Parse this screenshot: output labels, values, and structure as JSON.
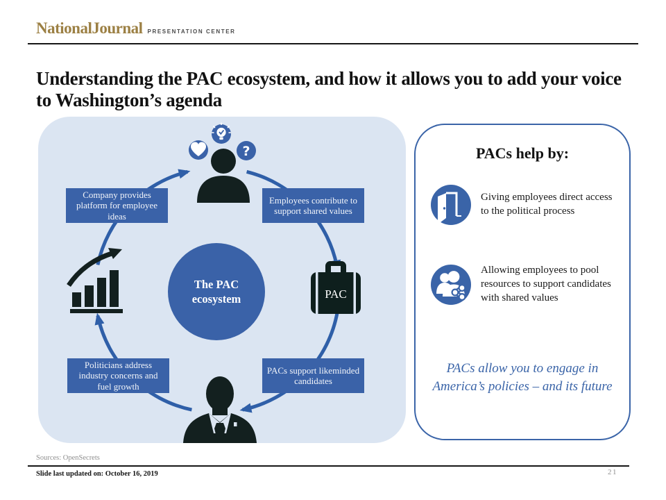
{
  "header": {
    "brand": "NationalJournal",
    "tagline": "PRESENTATION CENTER",
    "brand_color": "#9C8044"
  },
  "title": "Understanding the PAC ecosystem, and how it allows you to add your voice to Washington’s agenda",
  "diagram": {
    "center_label": "The PAC ecosystem",
    "briefcase_label": "PAC",
    "badges": [
      "heart-icon",
      "lightbulb-check-icon",
      "question-icon"
    ],
    "boxes": [
      {
        "position": "top-left",
        "label": "Company provides platform for employee ideas"
      },
      {
        "position": "top-right",
        "label": "Employees contribute to support shared values"
      },
      {
        "position": "bottom-left",
        "label": "Politicians address industry concerns and fuel growth"
      },
      {
        "position": "bottom-right",
        "label": "PACs support likeminded candidates"
      }
    ],
    "colors": {
      "background": "#DBE5F2",
      "node_blue": "#3A62A8",
      "arrow_blue": "#2F5FA8",
      "icon_dark": "#13201F"
    }
  },
  "panel": {
    "heading": "PACs help by:",
    "items": [
      {
        "icon": "door-icon",
        "text": "Giving employees direct access to the political process"
      },
      {
        "icon": "people-share-icon",
        "text": "Allowing employees to pool resources to support candidates with shared values"
      }
    ],
    "statement": "PACs allow you to engage in America’s policies – and its future",
    "border_color": "#3A64A8"
  },
  "footer": {
    "sources": "Sources: OpenSecrets",
    "updated": "Slide last updated on: October 16, 2019",
    "page": "21"
  }
}
